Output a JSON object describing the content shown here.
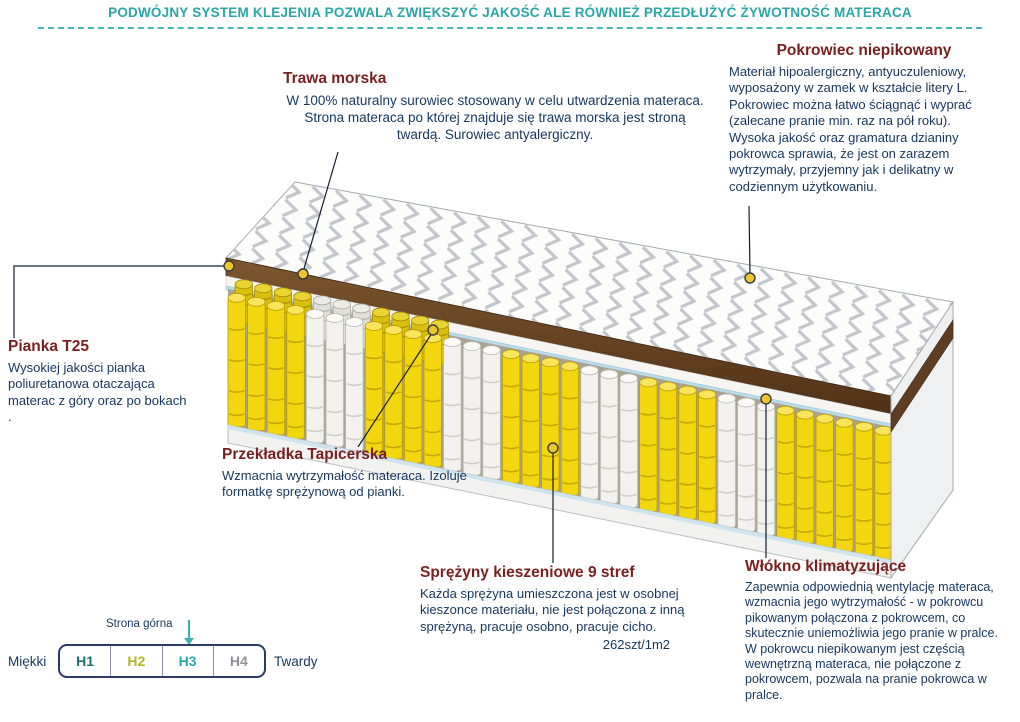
{
  "banner": {
    "text": "PODWÓJNY SYSTEM KLEJENIA POZWALA ZWIĘKSZYĆ JAKOŚĆ ALE RÓWNIEŻ PRZEDŁUŻYĆ ŻYWOTNOŚĆ MATERACA"
  },
  "callouts": {
    "trawa_morska": {
      "title": "Trawa morska",
      "body": "W 100% naturalny surowiec stosowany w celu utwardzenia materaca. Strona materaca po której znajduje się trawa morska jest stroną twardą. Surowiec antyalergiczny."
    },
    "pokrowiec": {
      "title": "Pokrowiec niepikowany",
      "body": "Materiał hipoalergiczny, antyuczuleniowy, wyposażony w zamek w kształcie litery L. Pokrowiec można łatwo ściągnąć i wyprać (zalecane pranie min. raz na pół roku). Wysoka jakość oraz gramatura dzianiny pokrowca sprawia, że jest on zarazem wytrzymały, przyjemny jak i delikatny w codziennym użytkowaniu."
    },
    "pianka": {
      "title": "Pianka T25",
      "body": "Wysokiej jakości pianka poliuretanowa otaczająca materac z góry oraz po bokach ."
    },
    "przekladka": {
      "title": "Przekładka Tapicerska",
      "body": "Wzmacnia wytrzymałość materaca. Izoluje formatkę sprężynową od pianki."
    },
    "sprezyny": {
      "title": "Sprężyny kieszeniowe 9 stref",
      "body": "Każda sprężyna umieszczona jest w osobnej kieszonce materiału, nie jest połączona z inną sprężyną, pracuje osobno, pracuje cicho.",
      "count": "262szt/1m2"
    },
    "wlokno": {
      "title": "Włókno klimatyzujące",
      "body": "Zapewnia odpowiednią wentylację materaca, wzmacnia jego wytrzymałość - w pokrowcu pikowanym połączona z pokrowcem, co skutecznie uniemożliwia jego pranie w pralce. W pokrowcu niepikowanym jest częścią wewnętrzną materaca, nie połączone z pokrowcem, pozwala na pranie pokrowca w pralce."
    }
  },
  "hardness_scale": {
    "soft": "Miękki",
    "hard": "Twardy",
    "top_side": "Strona górna",
    "levels": [
      {
        "label": "H1",
        "color": "#1d6f6f"
      },
      {
        "label": "H2",
        "color": "#b0b81e"
      },
      {
        "label": "H3",
        "color": "#2aa6a6"
      },
      {
        "label": "H4",
        "color": "#8d9298"
      }
    ]
  },
  "colors": {
    "banner_teal": "#2aa6a6",
    "heading_maroon": "#7a1f1f",
    "body_navy": "#16365c",
    "spring_yellow": "#f2d70e",
    "seagrass_brown": "#6b4426",
    "connector_dot": "#ecc62c"
  }
}
